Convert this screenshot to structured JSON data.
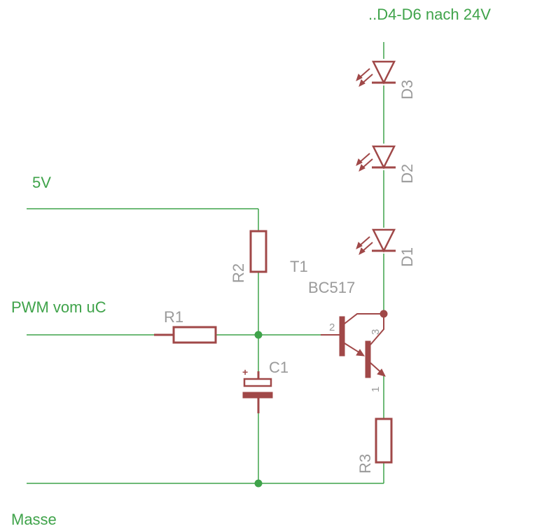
{
  "nets": {
    "top_note": "..D4-D6 nach 24V",
    "supply": "5V",
    "pwm": "PWM vom uC",
    "ground": "Masse"
  },
  "components": {
    "r1": "R1",
    "r2": "R2",
    "r3": "R3",
    "c1": "C1",
    "c1_polarity": "+",
    "t1": "T1",
    "t1_type": "BC517",
    "d1": "D1",
    "d2": "D2",
    "d3": "D3",
    "pin_base": "2",
    "pin_collector": "3",
    "pin_emitter": "1"
  },
  "colors": {
    "wire": "#3fa34a",
    "part": "#a04848",
    "label": "#9a9a9a"
  }
}
